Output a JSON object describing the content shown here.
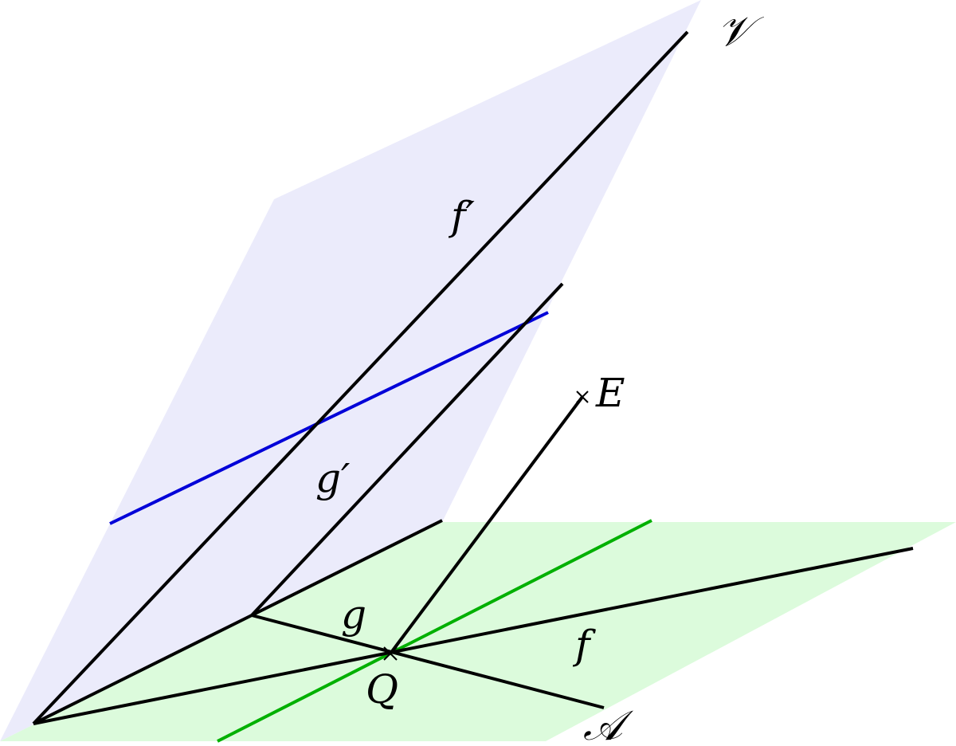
{
  "planes": {
    "vertical": {
      "label": "𝒱",
      "color": "#ebebfb"
    },
    "horizontal": {
      "label": "𝒜",
      "color": "#dcfbdc"
    }
  },
  "lines": {
    "f": {
      "label": "f",
      "color": "#000000"
    },
    "f_prime": {
      "label": "f′",
      "color": "#000000"
    },
    "g": {
      "label": "g",
      "color": "#000000"
    },
    "g_prime": {
      "label": "g′",
      "color": "#000000"
    },
    "eye_ray": {
      "color": "#000000"
    },
    "vanishing_line": {
      "color": "#0000d8"
    },
    "ground_line": {
      "color": "#00b000"
    }
  },
  "points": {
    "Q": {
      "label": "Q",
      "marker": "cross"
    },
    "E": {
      "label": "E",
      "marker": "cross"
    }
  }
}
